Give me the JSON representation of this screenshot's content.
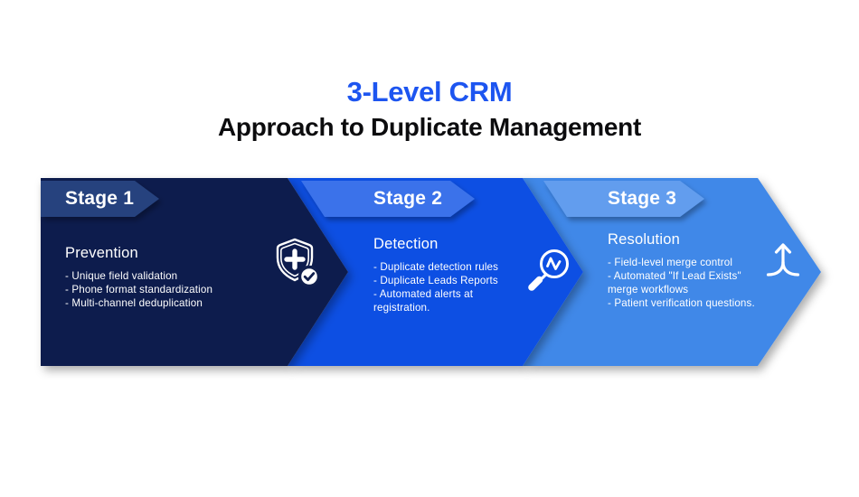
{
  "title": {
    "line1": "3-Level CRM",
    "line2": "Approach to Duplicate Management",
    "line1_color": "#1d55f0",
    "line2_color": "#0c0c0e"
  },
  "stages": [
    {
      "banner_label": "Stage 1",
      "heading": "Prevention",
      "icon": "shield-plus-check-icon",
      "items": [
        "- Unique field validation",
        "- Phone format standardization",
        "- Multi-channel deduplication"
      ],
      "body_color": "#101f4e",
      "banner_color": "#27437e"
    },
    {
      "banner_label": "Stage 2",
      "heading": "Detection",
      "icon": "magnifier-pulse-icon",
      "items": [
        "- Duplicate detection rules",
        "- Duplicate Leads Reports",
        "- Automated alerts at\nregistration."
      ],
      "body_color": "#0d4fe3",
      "banner_color": "#3a72ea"
    },
    {
      "banner_label": "Stage 3",
      "heading": "Resolution",
      "icon": "merge-arrows-icon",
      "items": [
        "- Field-level merge control",
        "- Automated \"If Lead Exists\"\nmerge workflows",
        "- Patient verification questions."
      ],
      "body_color": "#3f88e8",
      "banner_color": "#629dee"
    }
  ]
}
